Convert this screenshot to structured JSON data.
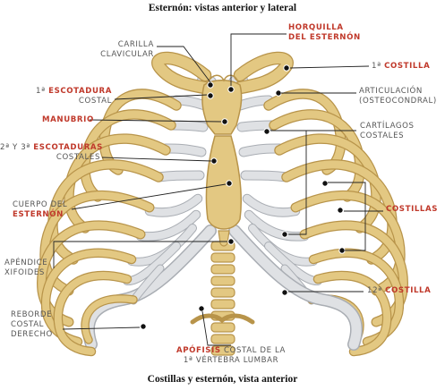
{
  "title": "Esternón: vistas anterior y lateral",
  "subtitle": "Costillas y esternón, vista anterior",
  "colors": {
    "bone": "#e3c882",
    "bone_dark": "#b8944a",
    "cartilage": "#dfe1e4",
    "cartilage_edge": "#a9adb3",
    "highlight_label": "#c0392b",
    "label": "#555555",
    "leader": "#222222"
  },
  "labels": {
    "carilla_clavicular": [
      "CARILLA",
      "CLAVICULAR"
    ],
    "horquilla": [
      "HORQUILLA",
      "DEL ESTERNÓN"
    ],
    "costilla_1": {
      "prefix": "1ª ",
      "highlight": "COSTILLA"
    },
    "escotadura_1": {
      "line1_prefix": "1ª ",
      "line1_highlight": "ESCOTADURA",
      "line2": "COSTAL"
    },
    "articulacion": [
      "ARTICULACIÓN",
      "(OSTEOCONDRAL)"
    ],
    "manubrio": "MANUBRIO",
    "cartilagos": [
      "CARTÍLAGOS",
      "COSTALES"
    ],
    "escotaduras_23": {
      "line1_prefix": "2ª Y 3ª ",
      "line1_highlight": "ESCOTADURAS",
      "line2": "COSTALES"
    },
    "cuerpo": {
      "line1": "CUERPO DEL",
      "line2_highlight": "ESTERNÓN"
    },
    "costillas": "COSTILLAS",
    "apendice": [
      "APÉNDICE",
      "XIFOIDES"
    ],
    "costilla_12": {
      "prefix": "12ª ",
      "highlight": "COSTILLA"
    },
    "reborde": [
      "REBORDE",
      "COSTAL",
      "DERECHO"
    ],
    "apofisis": {
      "line1_highlight": "APÓFISIS",
      "line1_rest": " COSTAL DE LA",
      "line2": "1ª VÉRTEBRA LUMBAR"
    }
  }
}
